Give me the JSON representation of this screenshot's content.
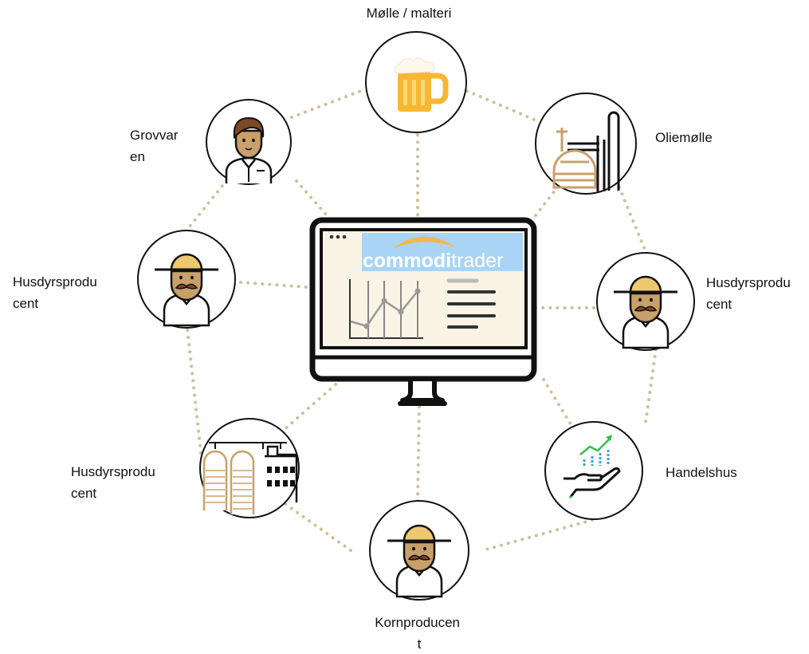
{
  "nodes": {
    "top": {
      "label": "Mølle / malteri",
      "icon": "beer-mug-icon"
    },
    "top_right": {
      "label": "Oliemølle",
      "icon": "oil-refinery-icon"
    },
    "right": {
      "label": "Husdyrsprodu\ncent",
      "icon": "farmer-icon"
    },
    "bottom_right": {
      "label": "Handelshus",
      "icon": "hand-growth-chart-icon"
    },
    "bottom": {
      "label": "Kornproducen\nt",
      "icon": "farmer-icon"
    },
    "bottom_left": {
      "label": "Husdyrsprodu\ncent",
      "icon": "grain-silo-icon"
    },
    "left": {
      "label": "Husdyrsprodu\ncent",
      "icon": "farmer-icon"
    },
    "top_left": {
      "label": "Grovvar\nen",
      "icon": "businessman-icon"
    }
  },
  "center": {
    "brand_part1": "commodi",
    "brand_part2": "trader",
    "icon": "desktop-monitor-icon"
  },
  "colors": {
    "dotted_line": "#d2bf9a",
    "hat": "#edc871",
    "skin": "#c9a06a",
    "mustache": "#7a4a28",
    "screen_bg": "#f9f4e6",
    "banner": "#a9d4f5",
    "arc": "#f2b84b",
    "beer": "#f7b733",
    "chart_green": "#2fbf4a",
    "chart_blue": "#3aa0e0"
  }
}
